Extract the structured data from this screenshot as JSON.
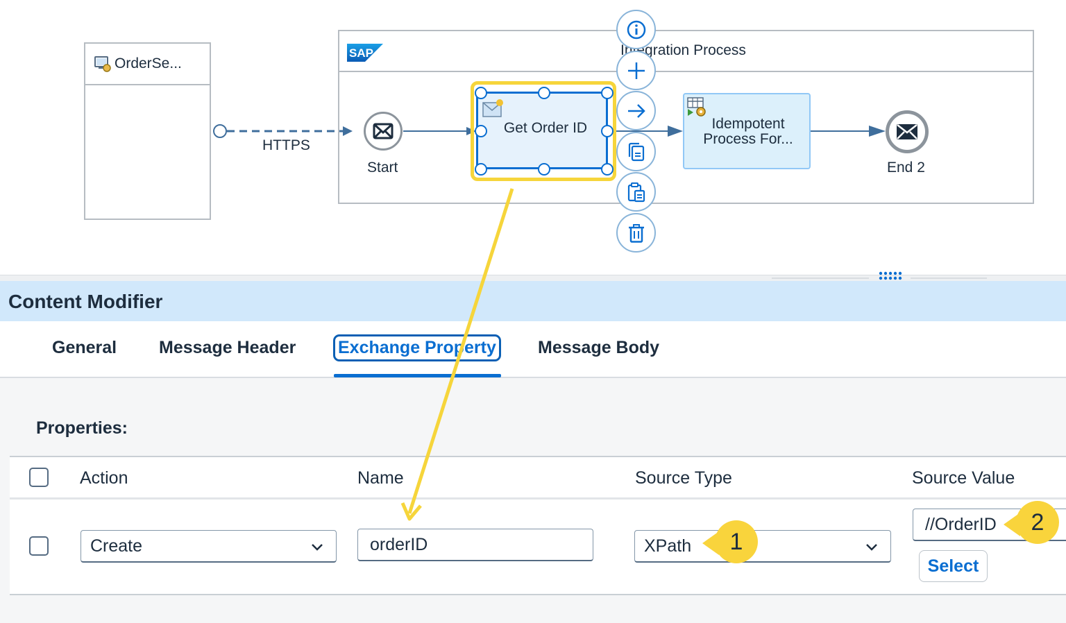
{
  "diagram": {
    "sender_label": "OrderSe...",
    "process_title": "Integration Process",
    "sap_logo": "SAP",
    "connection_label": "HTTPS",
    "start_label": "Start",
    "task_get_order": "Get Order ID",
    "task_idempotent_line1": "Idempotent",
    "task_idempotent_line2": "Process For...",
    "end_label": "End 2",
    "context_icons": [
      "info-icon",
      "plus-icon",
      "arrow-right-icon",
      "copy-icon",
      "paste-icon",
      "delete-icon"
    ]
  },
  "panel": {
    "title": "Content Modifier",
    "tabs": [
      "General",
      "Message Header",
      "Exchange Property",
      "Message Body"
    ],
    "active_tab": "Exchange Property",
    "properties_label": "Properties:",
    "columns": [
      "Action",
      "Name",
      "Source Type",
      "Source Value"
    ],
    "rows": [
      {
        "action": "Create",
        "name": "orderID",
        "source_type": "XPath",
        "source_value": "//OrderID",
        "select_label": "Select"
      }
    ]
  },
  "callouts": [
    "1",
    "2"
  ],
  "colors": {
    "accent": "#0a6ed1",
    "highlight": "#f6d53b",
    "header_bg": "#d1e8fb"
  }
}
